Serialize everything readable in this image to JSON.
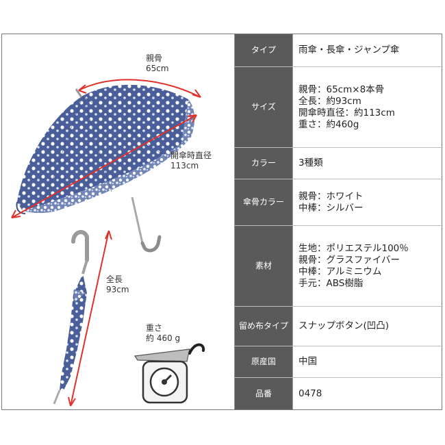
{
  "illustration": {
    "rib_label": "親骨",
    "rib_value": "65cm",
    "diameter_label": "開傘時直径",
    "diameter_value": "113cm",
    "length_label": "全長",
    "length_value": "93cm",
    "weight_label": "重さ",
    "weight_value": "約 460 g",
    "umbrella_color": "#4a5f9a",
    "arrow_color": "#e0302a"
  },
  "spec": [
    {
      "key": [
        "タイプ"
      ],
      "value": [
        "雨傘・長傘・ジャンプ傘"
      ]
    },
    {
      "key": [
        "サイズ"
      ],
      "value": [
        "親骨：65cm×8本骨",
        "全長：約93cm",
        "開傘時直径：約113cm",
        "重さ：約460g"
      ]
    },
    {
      "key": [
        "カラー"
      ],
      "value": [
        "3種類"
      ]
    },
    {
      "key": [
        "傘骨",
        "カラー"
      ],
      "value": [
        "親骨：ホワイト",
        "中棒：シルバー"
      ]
    },
    {
      "key": [
        "素材"
      ],
      "value": [
        "生地：ポリエステル100％",
        "親骨：グラスファイバー",
        "中棒：アルミニウム",
        "手元：ABS樹脂"
      ]
    },
    {
      "key": [
        "留め布",
        "タイプ"
      ],
      "value": [
        "スナップボタン(凹凸)"
      ]
    },
    {
      "key": [
        "原産国"
      ],
      "value": [
        "中国"
      ]
    },
    {
      "key": [
        "品番"
      ],
      "value": [
        "0478"
      ]
    }
  ]
}
